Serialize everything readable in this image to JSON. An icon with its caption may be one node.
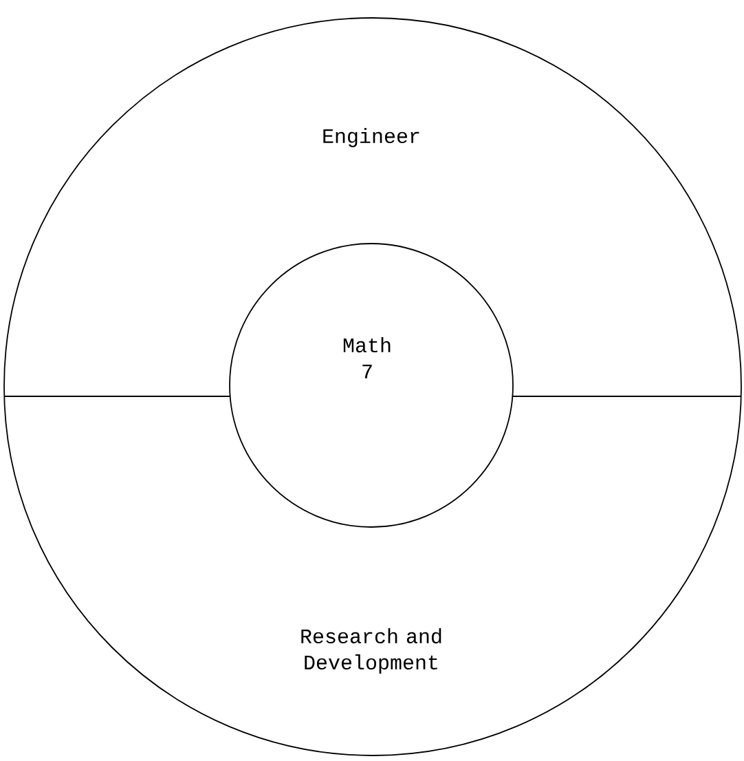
{
  "diagram": {
    "nodes": [
      {
        "text": [
          "Engineer",
          "Research and Development"
        ]
      },
      {
        "text": [
          "Math 7"
        ],
        "in": 0
      }
    ]
  }
}
